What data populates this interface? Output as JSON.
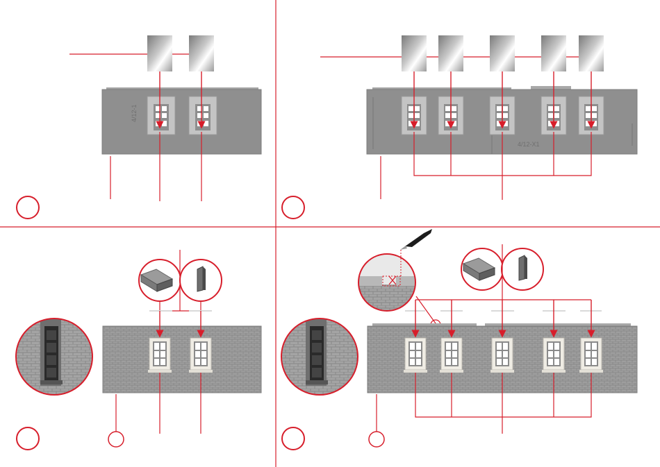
{
  "document": {
    "type": "assembly-instruction-sheet",
    "colors": {
      "accent": "#d71e2b",
      "wall_plain": "#8e8e8e",
      "wall_brick": "#9c9c9c",
      "window_frame_plain": "#c7c7c7",
      "window_frame_brick": "#efece4",
      "glass": "#ffffff",
      "background": "#ffffff"
    },
    "panels": [
      {
        "id": "top-left",
        "step_label": "",
        "wall_style": "plain",
        "wall_part_number": "4/12-1",
        "window_count": 2,
        "glass_pane_count": 2,
        "has_detail_inset": false,
        "has_parts_callouts": false
      },
      {
        "id": "top-right",
        "step_label": "",
        "wall_style": "plain",
        "wall_part_number": "4/12-X1",
        "window_count": 5,
        "glass_pane_count": 5,
        "has_detail_inset": false,
        "has_parts_callouts": false
      },
      {
        "id": "bottom-left",
        "step_label": "",
        "wall_style": "brick",
        "window_count": 2,
        "has_detail_inset": true,
        "has_parts_callouts": true,
        "callout_icons": [
          "window-sill-icon",
          "window-sill-end-icon"
        ]
      },
      {
        "id": "bottom-right",
        "step_label": "",
        "wall_style": "brick",
        "window_count": 5,
        "has_detail_inset": true,
        "has_parts_callouts": true,
        "has_cut-instruction": true,
        "callout_icons": [
          "hobby-knife-icon",
          "window-sill-icon",
          "window-sill-end-icon"
        ]
      }
    ]
  }
}
